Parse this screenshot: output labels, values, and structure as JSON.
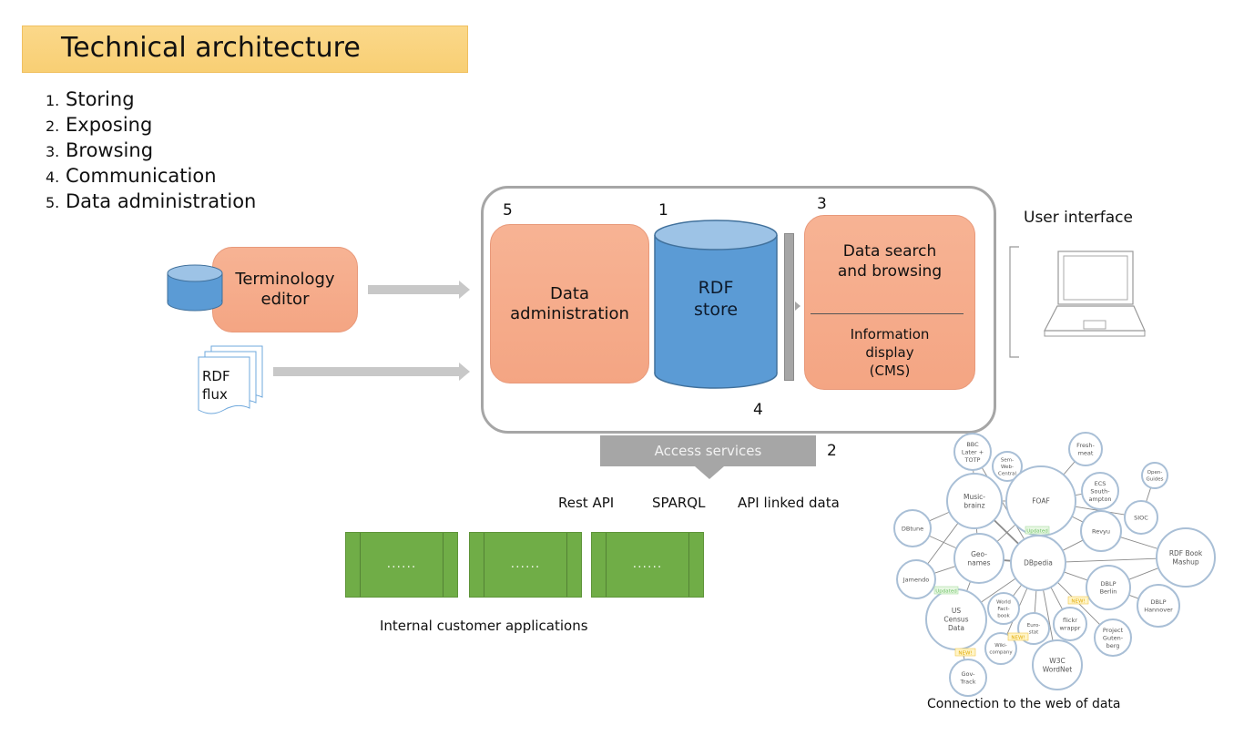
{
  "title": "Technical architecture",
  "steps": [
    {
      "num": "1.",
      "label": "Storing"
    },
    {
      "num": "2.",
      "label": "Exposing"
    },
    {
      "num": "3.",
      "label": "Browsing"
    },
    {
      "num": "4.",
      "label": "Communication"
    },
    {
      "num": "5.",
      "label": "Data administration"
    }
  ],
  "inputs": {
    "terminology_editor": [
      "Terminology",
      "editor"
    ],
    "rdf_flux": [
      "RDF",
      "flux"
    ]
  },
  "core": {
    "data_administration": {
      "num": "5",
      "lines": [
        "Data",
        "administration"
      ]
    },
    "rdf_store": {
      "num": "1",
      "lines": [
        "RDF",
        "store"
      ]
    },
    "communication": {
      "num": "4"
    },
    "search": {
      "num": "3",
      "top": [
        "Data search",
        "and browsing"
      ],
      "bottom": [
        "Information",
        "display",
        "(CMS)"
      ]
    }
  },
  "access": {
    "label": "Access services",
    "num": "2",
    "apis": [
      "Rest API",
      "SPARQL",
      "API linked data"
    ]
  },
  "applications": {
    "items": [
      "......",
      "......",
      "......"
    ],
    "caption": "Internal customer applications"
  },
  "user_interface": {
    "caption": "User interface"
  },
  "web_of_data": {
    "caption": "Connection to the web of data",
    "nodes": [
      {
        "id": "bbc",
        "lines": [
          "BBC",
          "Later +",
          "TOTP"
        ]
      },
      {
        "id": "semweb",
        "lines": [
          "Sem-",
          "Web-",
          "Central"
        ]
      },
      {
        "id": "freshmeat",
        "lines": [
          "Fresh-",
          "meat"
        ]
      },
      {
        "id": "opnguides",
        "lines": [
          "Open-",
          "Guides"
        ]
      },
      {
        "id": "foaf",
        "lines": [
          "FOAF"
        ]
      },
      {
        "id": "ecs",
        "lines": [
          "ECS",
          "South-",
          "ampton"
        ]
      },
      {
        "id": "musicbrainz",
        "lines": [
          "Music-",
          "brainz"
        ]
      },
      {
        "id": "sioc",
        "lines": [
          "SIOC"
        ]
      },
      {
        "id": "dbtune",
        "lines": [
          "DBtune"
        ]
      },
      {
        "id": "revyu",
        "lines": [
          "Revyu"
        ]
      },
      {
        "id": "geonames",
        "lines": [
          "Geo-",
          "names"
        ]
      },
      {
        "id": "dbpedia",
        "lines": [
          "DBpedia"
        ]
      },
      {
        "id": "rdfbook",
        "lines": [
          "RDF Book",
          "Mashup"
        ]
      },
      {
        "id": "jamendo",
        "lines": [
          "Jamendo"
        ]
      },
      {
        "id": "dblpberlin",
        "lines": [
          "DBLP",
          "Berlin"
        ]
      },
      {
        "id": "uscensus",
        "lines": [
          "US",
          "Census",
          "Data"
        ]
      },
      {
        "id": "worldfact",
        "lines": [
          "World",
          "Fact-",
          "book"
        ]
      },
      {
        "id": "eurostat",
        "lines": [
          "Euro-",
          "stat"
        ]
      },
      {
        "id": "flickr",
        "lines": [
          "flickr",
          "wrappr"
        ]
      },
      {
        "id": "gutenberg",
        "lines": [
          "Project",
          "Guten-",
          "berg"
        ]
      },
      {
        "id": "dblphannover",
        "lines": [
          "DBLP",
          "Hannover"
        ]
      },
      {
        "id": "wikicompany",
        "lines": [
          "Wiki-",
          "company"
        ]
      },
      {
        "id": "w3cwordnet",
        "lines": [
          "W3C",
          "WordNet"
        ]
      },
      {
        "id": "govtrack",
        "lines": [
          "Gov-",
          "Track"
        ]
      }
    ],
    "badges": [
      {
        "text": "Updated",
        "kind": "updated",
        "near": "dbpedia"
      },
      {
        "text": "Updated",
        "kind": "updated",
        "near": "uscensus"
      },
      {
        "text": "NEW!",
        "kind": "new",
        "near": "flickr"
      },
      {
        "text": "NEW!",
        "kind": "new",
        "near": "wikicompany"
      },
      {
        "text": "NEW!",
        "kind": "new",
        "near": "govtrack"
      }
    ],
    "edges": [
      [
        "bbc",
        "musicbrainz"
      ],
      [
        "bbc",
        "dbpedia"
      ],
      [
        "semweb",
        "foaf"
      ],
      [
        "foaf",
        "freshmeat"
      ],
      [
        "foaf",
        "ecs"
      ],
      [
        "foaf",
        "sioc"
      ],
      [
        "foaf",
        "musicbrainz"
      ],
      [
        "foaf",
        "dbpedia"
      ],
      [
        "revyu",
        "foaf"
      ],
      [
        "revyu",
        "dbpedia"
      ],
      [
        "revyu",
        "rdfbook"
      ],
      [
        "sioc",
        "opnguides"
      ],
      [
        "musicbrainz",
        "dbpedia"
      ],
      [
        "dbtune",
        "musicbrainz"
      ],
      [
        "dbtune",
        "geonames"
      ],
      [
        "geonames",
        "dbpedia"
      ],
      [
        "geonames",
        "musicbrainz"
      ],
      [
        "jamendo",
        "geonames"
      ],
      [
        "jamendo",
        "musicbrainz"
      ],
      [
        "dbpedia",
        "rdfbook"
      ],
      [
        "dbpedia",
        "dblpberlin"
      ],
      [
        "rdfbook",
        "dblpberlin"
      ],
      [
        "dblpberlin",
        "dblphannover"
      ],
      [
        "dbpedia",
        "uscensus"
      ],
      [
        "dbpedia",
        "worldfact"
      ],
      [
        "dbpedia",
        "eurostat"
      ],
      [
        "dbpedia",
        "flickr"
      ],
      [
        "dbpedia",
        "gutenberg"
      ],
      [
        "dbpedia",
        "wikicompany"
      ],
      [
        "dbpedia",
        "w3cwordnet"
      ],
      [
        "govtrack",
        "uscensus"
      ],
      [
        "geonames",
        "uscensus"
      ],
      [
        "foaf",
        "geonames"
      ]
    ]
  },
  "colors": {
    "title_bg": "#f9d27d",
    "salmon": "#f4a583",
    "rdf_blue": "#5b9bd5",
    "rdf_blue_top": "#9dc3e6",
    "gray": "#a6a6a6",
    "app_green": "#70ad47"
  }
}
